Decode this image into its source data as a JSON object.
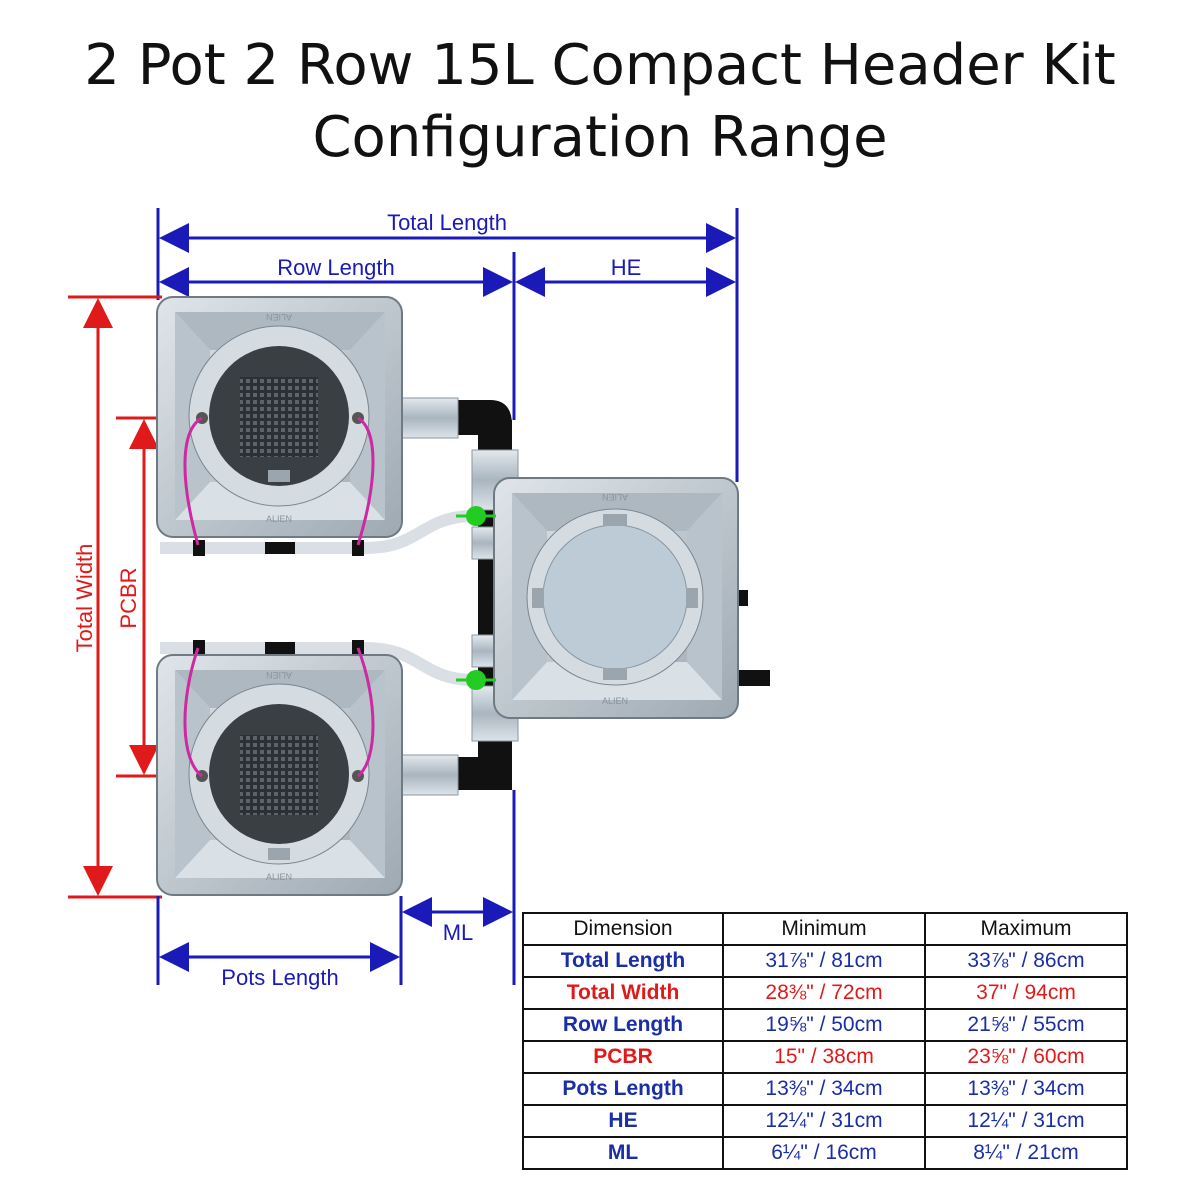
{
  "title": {
    "line1": "2 Pot 2 Row 15L Compact Header Kit",
    "line2": "Configuration Range"
  },
  "diagram": {
    "labels": {
      "total_length": "Total Length",
      "row_length": "Row Length",
      "he": "HE",
      "total_width": "Total Width",
      "pcbr": "PCBR",
      "ml": "ML",
      "pots_length": "Pots Length"
    },
    "brand_text": "ALIEN",
    "colors": {
      "blue_dim": "#1a1ab8",
      "red_dim": "#e01a1a",
      "pot_body": "#c9d2da",
      "pipe": "#111111",
      "valve": "#22cc22",
      "tube": "#cc2aa0"
    }
  },
  "table": {
    "headers": [
      "Dimension",
      "Minimum",
      "Maximum"
    ],
    "rows": [
      {
        "name": "Total Length",
        "min": "31⅞\" / 81cm",
        "max": "33⅞\" / 86cm",
        "color": "blue"
      },
      {
        "name": "Total Width",
        "min": "28⅜\" / 72cm",
        "max": "37\" / 94cm",
        "color": "red"
      },
      {
        "name": "Row Length",
        "min": "19⅝\" / 50cm",
        "max": "21⅝\" / 55cm",
        "color": "blue"
      },
      {
        "name": "PCBR",
        "min": "15\" / 38cm",
        "max": "23⅝\" / 60cm",
        "color": "red"
      },
      {
        "name": "Pots Length",
        "min": "13⅜\" / 34cm",
        "max": "13⅜\" / 34cm",
        "color": "blue"
      },
      {
        "name": "HE",
        "min": "12¼\" / 31cm",
        "max": "12¼\" / 31cm",
        "color": "blue"
      },
      {
        "name": "ML",
        "min": "6¼\" / 16cm",
        "max": "8¼\" / 21cm",
        "color": "blue"
      }
    ]
  }
}
